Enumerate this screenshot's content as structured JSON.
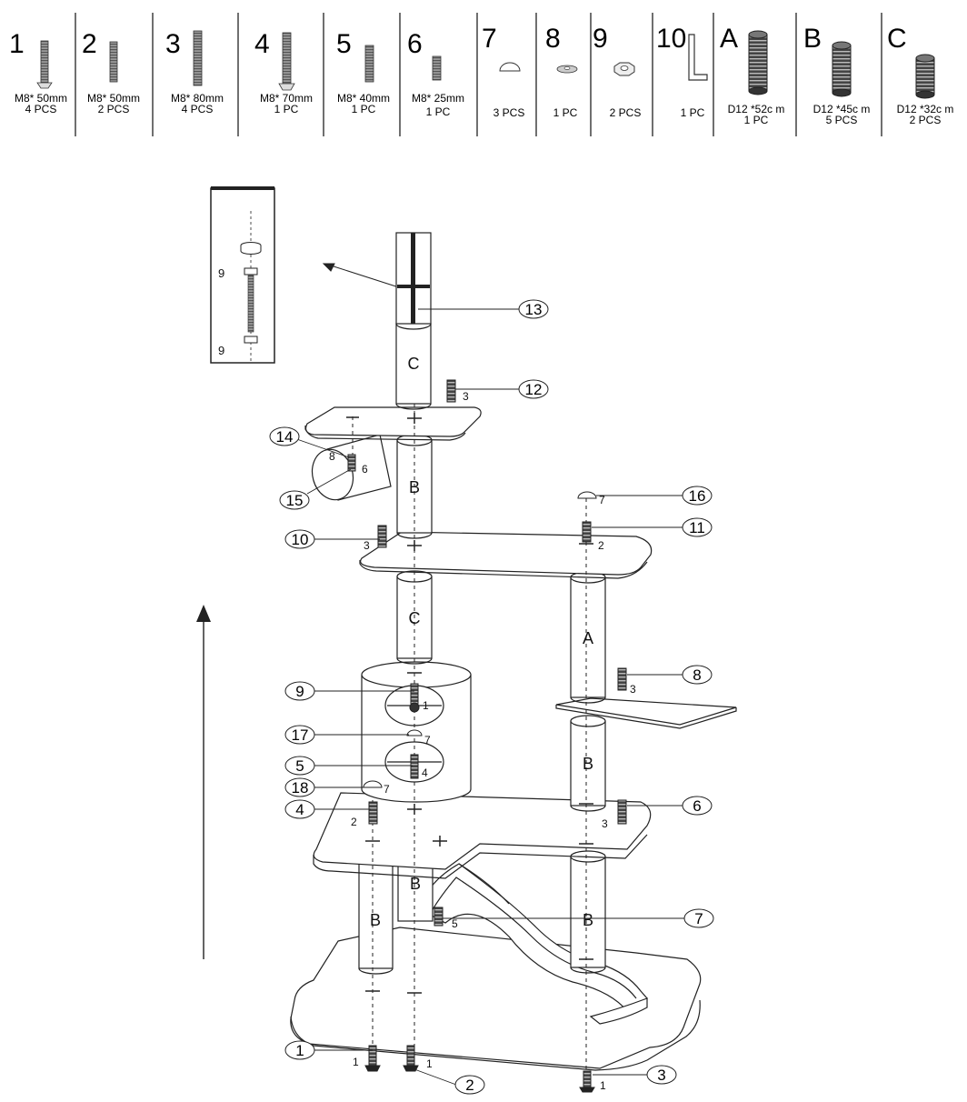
{
  "parts": [
    {
      "id": "1",
      "spec": "M8* 50mm",
      "qty": "4 PCS",
      "icon": "bolt-icon"
    },
    {
      "id": "2",
      "spec": "M8* 50mm",
      "qty": "2 PCS",
      "icon": "threaded-rod-icon"
    },
    {
      "id": "3",
      "spec": "M8* 80mm",
      "qty": "4 PCS",
      "icon": "threaded-rod-icon"
    },
    {
      "id": "4",
      "spec": "M8* 70mm",
      "qty": "1 PC",
      "icon": "bolt-icon"
    },
    {
      "id": "5",
      "spec": "M8* 40mm",
      "qty": "1 PC",
      "icon": "threaded-rod-icon"
    },
    {
      "id": "6",
      "spec": "M8* 25mm",
      "qty": "1 PC",
      "icon": "threaded-rod-icon"
    },
    {
      "id": "7",
      "spec": "",
      "qty": "3 PCS",
      "icon": "dome-cap-icon"
    },
    {
      "id": "8",
      "spec": "",
      "qty": "1 PC",
      "icon": "washer-icon"
    },
    {
      "id": "9",
      "spec": "",
      "qty": "2 PCS",
      "icon": "hex-nut-icon"
    },
    {
      "id": "10",
      "spec": "",
      "qty": "1 PC",
      "icon": "allen-key-icon"
    },
    {
      "id": "A",
      "spec": "D12 *52c m",
      "qty": "1 PC",
      "icon": "tube-icon"
    },
    {
      "id": "B",
      "spec": "D12 *45c m",
      "qty": "5 PCS",
      "icon": "tube-icon"
    },
    {
      "id": "C",
      "spec": "D12 *32c m",
      "qty": "2 PCS",
      "icon": "tube-icon"
    }
  ],
  "tube_labels": {
    "top_c": "C",
    "upper_b": "B",
    "mid_c": "C",
    "right_a": "A",
    "right_b_mid": "B",
    "center_b_low": "B",
    "left_b_low": "B",
    "right_b_low": "B"
  },
  "callouts": {
    "c1": "1",
    "c2": "2",
    "c3": "3",
    "c4": "4",
    "c5": "5",
    "c6": "6",
    "c7": "7",
    "c8": "8",
    "c9": "9",
    "c10": "10",
    "c11": "11",
    "c12": "12",
    "c13": "13",
    "c14": "14",
    "c15": "15",
    "c16": "16",
    "c17": "17",
    "c18": "18"
  },
  "qty_marks": {
    "q12": "3",
    "q14": "8",
    "q15": "6",
    "q16": "7",
    "q11": "2",
    "q10": "3",
    "q8": "3",
    "q9": "1",
    "q17": "7",
    "q5": "4",
    "q18": "7",
    "q4": "2",
    "q6": "3",
    "q7": "5",
    "q1": "1",
    "q2": "1",
    "q3": "1"
  },
  "inset": {
    "top_nut": "9",
    "bottom_nut": "9"
  }
}
